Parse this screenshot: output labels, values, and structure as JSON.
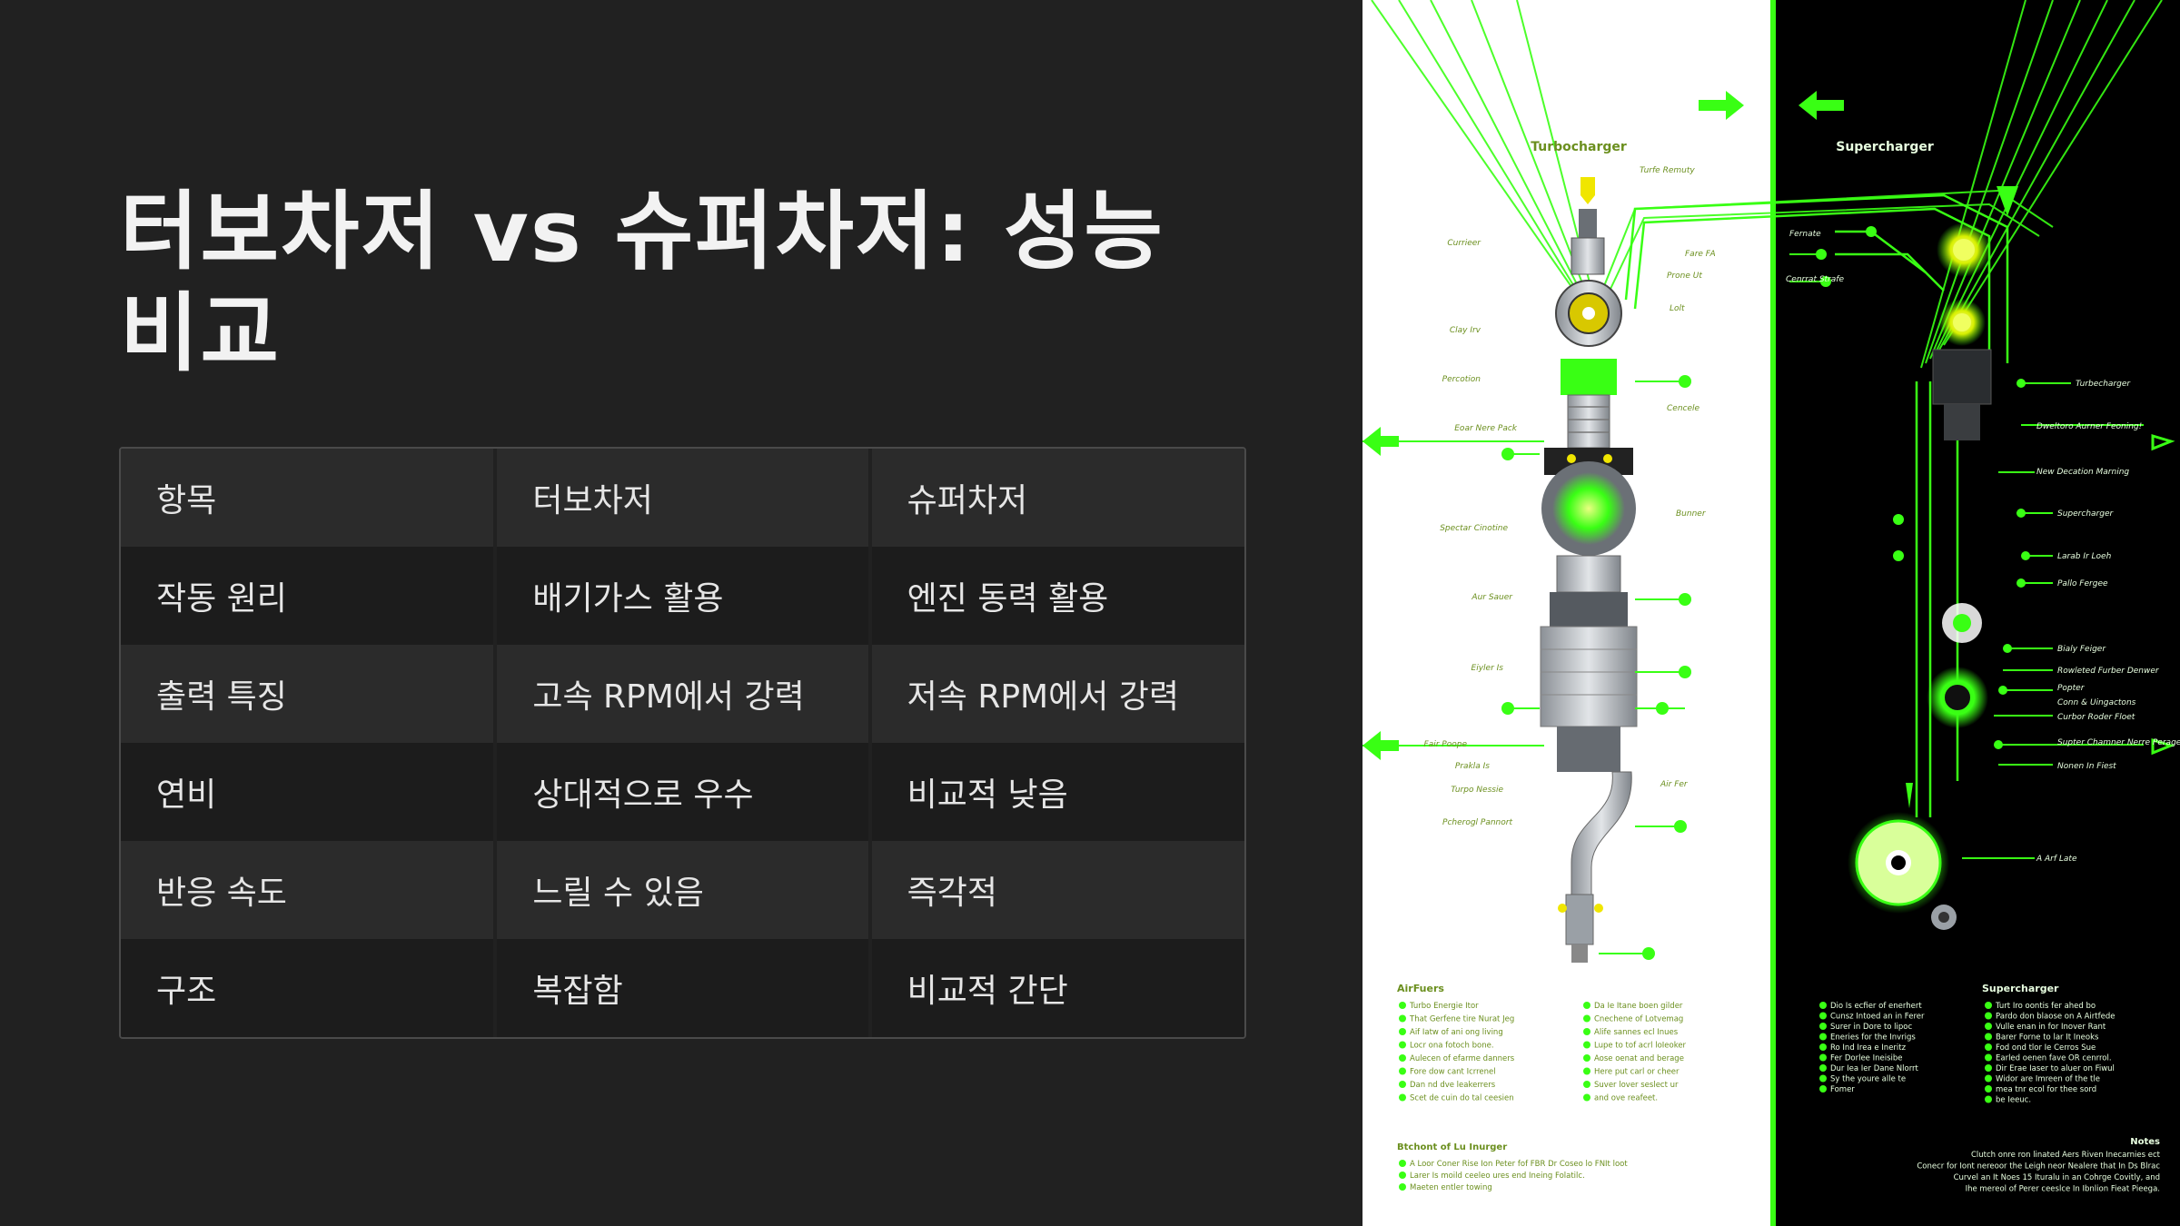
{
  "slide": {
    "title": "터보차저 vs 슈퍼차저: 성능 비교"
  },
  "table": {
    "header": [
      "항목",
      "터보차저",
      "슈퍼차저"
    ],
    "rows": [
      [
        "작동 원리",
        "배기가스 활용",
        "엔진 동력 활용"
      ],
      [
        "출력 특징",
        "고속 RPM에서 강력",
        "저속 RPM에서 강력"
      ],
      [
        "연비",
        "상대적으로 우수",
        "비교적 낮음"
      ],
      [
        "반응 속도",
        "느릴 수 있음",
        "즉각적"
      ],
      [
        "구조",
        "복잡함",
        "비교적 간단"
      ]
    ]
  },
  "figure": {
    "left_title": "Turbocharger",
    "right_title": "Supercharger",
    "left_callouts": [
      "Currieer",
      "Clay Irv",
      "Percotion",
      "Eoar Nere Pack",
      "Spectar Cinotine",
      "Aur Sauer",
      "Eiyler Is",
      "Fair Poope",
      "Prakla Is",
      "Turpo Nessie",
      "Pcherogl Pannort"
    ],
    "right_callouts_left": [
      "Turfe Remuty",
      "Fare FA",
      "Prone Ut",
      "Lolt",
      "Cencele",
      "Bunner",
      "Air Fer"
    ],
    "right_panel_left_labels": [
      "Fernate",
      "Cenrrat Strafe"
    ],
    "right_panel_callouts": [
      "Turbecharger",
      "Dweltoro Aurner Feoning!",
      "New Decation Marning",
      "Supercharger",
      "Larab Ir Loeh",
      "Pallo Fergee",
      "Bialy Feiger",
      "Rowleted Furber Denwer",
      "Popter",
      "Conn & Uingactons",
      "Curbor Roder Floet",
      "Supter Chamner Nerre Perager",
      "Nonen In Fiest",
      "A Arf Late"
    ],
    "bottom_left_heading": "AirFuers",
    "bottom_left_list_a": [
      "Turbo Energie Itor",
      "That Gerfene tire Nurat Jeg",
      "Aif Iatw of ani ong living",
      "Locr ona fotoch bone.",
      "Aulecen of efarme danners",
      "Fore dow cant Icrrenel",
      "Dan nd dve leakerrers",
      "Scet de cuin do tal ceesien"
    ],
    "bottom_left_list_b": [
      "Da Ie Itane boen gilder",
      "Cnechene of Lotvemag",
      "Alife sannes ecl Inues",
      "Lupe to tof acrl loIeoker",
      "Aose oenat and berage",
      "Here put carl or cheer",
      "Suver lover seslect ur",
      "and ove reafeet."
    ],
    "bottom_right_list_a": [
      "Dio Is ecfier of enerhert",
      "Cunsz Intoed an in Ferer",
      "Surer in Dore to lipoc",
      "Eneries for the Invrigs",
      "Ro Ind Irea e Ineritz",
      "Fer Dorlee Ineisibe",
      "Dur Iea Ier Dane Nlorrt",
      "Sy the youre alle te",
      "Fomer"
    ],
    "bottom_right_heading": "Supercharger",
    "bottom_right_list_b": [
      "Turt Iro oontis fer ahed bo",
      "Pardo don blaose on A Airtfede",
      "Vulle enan in for Inover Rant",
      "Barer Forne to lar It Ineoks",
      "Fod ond tlor Ie Cerros Sue",
      "Earled oenen fave OR cenrrol.",
      "Dir Erae Iaser to aluer on Fiwul",
      "Widor are Imreen of the tle",
      "mea tnr ecol for thee sord",
      "be Ieeuc."
    ],
    "footer_heading": "Btchont of Lu Inurger",
    "footer_lines": [
      "A Loor Coner Rise Ion Peter fof FBR Dr Coseo lo FNIt loot",
      "Larer Is moild ceeleo ures end Ineing Folatilc.",
      "Maeten entler towing"
    ],
    "notes_heading": "Notes",
    "notes_lines": [
      "Clutch onre ron linated Aers Riven Inecarnies ect",
      "Conecr for Iont nereoor the Leigh neor Nealere that In Ds Blrac",
      "Curvel an It Noes 15 Ituralu in an Cohrge Covitly, and",
      "Ihe mereol of Perer ceeslce In Ibnlion Fieat Pieega."
    ],
    "colors": {
      "neon": "#39ff14",
      "yellow": "#e6f200",
      "metal": "#b9bec4",
      "dark": "#000000"
    }
  }
}
